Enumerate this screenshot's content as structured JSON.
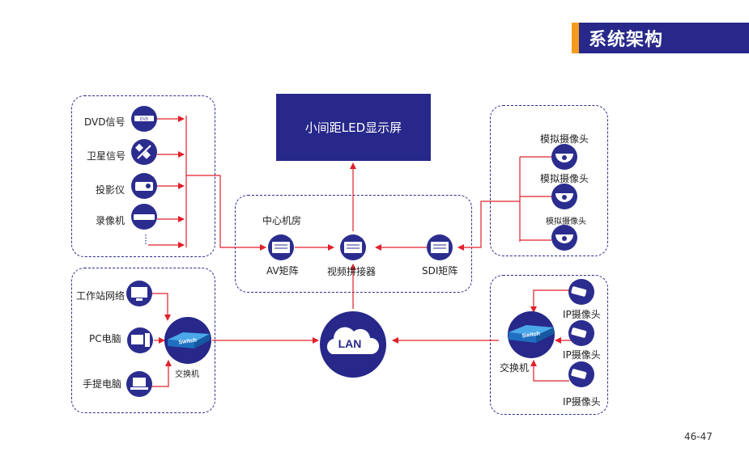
{
  "header": {
    "title": "系统架构"
  },
  "display": {
    "label": "小间距LED显示屏"
  },
  "sources": {
    "dvd": "DVD信号",
    "satellite": "卫星信号",
    "projector": "投影仪",
    "recorder": "录像机"
  },
  "workstations": {
    "network": "工作站网络",
    "pc": "PC电脑",
    "laptop": "手提电脑",
    "switch": "交换机",
    "switch_text": "Switch"
  },
  "center": {
    "title": "中心机房",
    "av": "AV矩阵",
    "splicer": "视频拼接器",
    "sdi": "SDI矩阵"
  },
  "analog": {
    "cam1": "模拟摄像头",
    "cam2": "模拟摄像头",
    "cam3": "模拟摄像头"
  },
  "lan": {
    "label": "LAN"
  },
  "ipcams": {
    "cam1": "IP摄像头",
    "cam2": "IP摄像头",
    "cam3": "IP摄像头",
    "switch": "交换机",
    "switch_text": "Switch"
  },
  "dvd_badge": "DVD",
  "footer": {
    "page": "46-47"
  },
  "colors": {
    "navy": "#27288a",
    "orange": "#f49b1f",
    "arrow": "#e0202a"
  }
}
